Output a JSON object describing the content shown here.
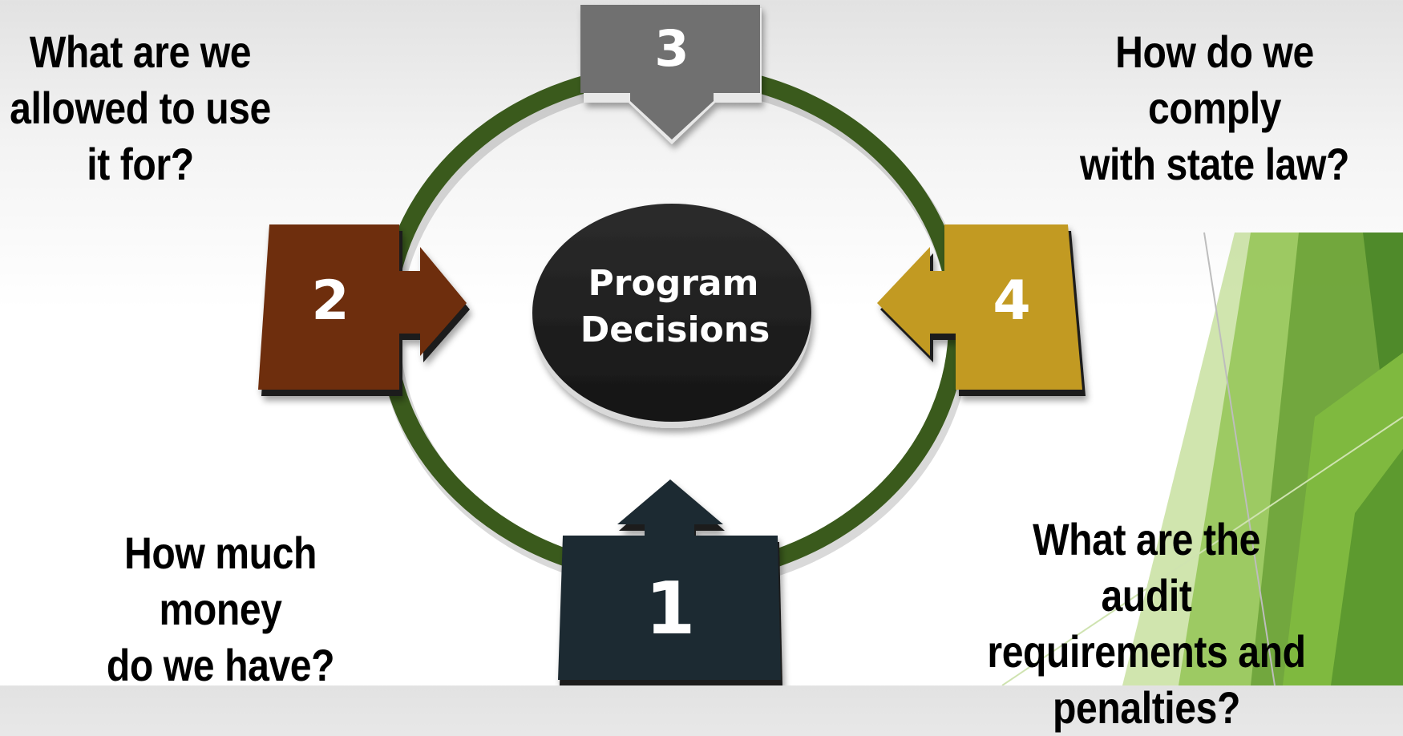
{
  "center": {
    "line1": "Program",
    "line2": "Decisions"
  },
  "steps": [
    {
      "number": "1",
      "color": "#1f2a30",
      "question": "How much money\ndo we have?"
    },
    {
      "number": "2",
      "color": "#6e2e0c",
      "question": "What are we\nallowed to use\nit for?"
    },
    {
      "number": "3",
      "color": "#6f6f6f",
      "question": "How do we comply\nwith state law?"
    },
    {
      "number": "4",
      "color": "#c29a22",
      "question": "What are the audit\nrequirements and\npenalties?"
    }
  ],
  "colors": {
    "ring": "#3a5a1c",
    "center_disc": "#222222",
    "accent_green": "#7cb83a"
  }
}
